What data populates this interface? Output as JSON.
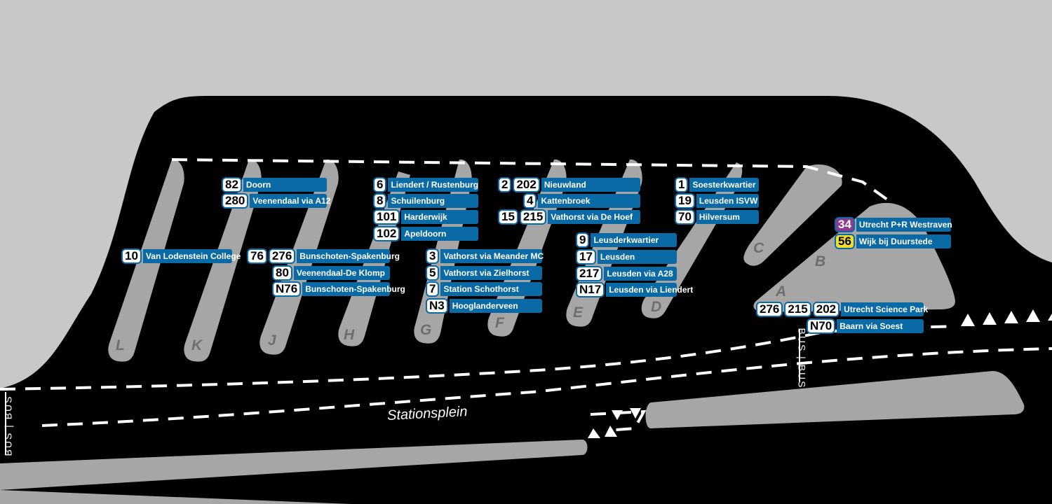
{
  "colors": {
    "background": "#c8c8c8",
    "road": "#000000",
    "platform": "#a6a6a6",
    "route_label": "#0a6aa6",
    "line_34": "#8e3a8e",
    "line_56": "#f2de2a"
  },
  "street_name": "Stationsplein",
  "bus_lane_label": "BUS | BUS",
  "bays": [
    "A",
    "B",
    "C",
    "D",
    "E",
    "F",
    "G",
    "H",
    "J",
    "K",
    "L"
  ],
  "routes": [
    {
      "lines": [
        "82"
      ],
      "destination": "Doorn"
    },
    {
      "lines": [
        "280"
      ],
      "destination": "Veenendaal via A12"
    },
    {
      "lines": [
        "10"
      ],
      "destination": "Van Lodenstein College"
    },
    {
      "lines": [
        "76",
        "276"
      ],
      "destination": "Bunschoten-Spakenburg"
    },
    {
      "lines": [
        "80"
      ],
      "destination": "Veenendaal-De Klomp"
    },
    {
      "lines": [
        "N76"
      ],
      "destination": "Bunschoten-Spakenburg"
    },
    {
      "lines": [
        "6"
      ],
      "destination": "Liendert / Rustenburg"
    },
    {
      "lines": [
        "8"
      ],
      "destination": "Schuilenburg"
    },
    {
      "lines": [
        "101"
      ],
      "destination": "Harderwijk"
    },
    {
      "lines": [
        "102"
      ],
      "destination": "Apeldoorn"
    },
    {
      "lines": [
        "3"
      ],
      "destination": "Vathorst via Meander MC"
    },
    {
      "lines": [
        "5"
      ],
      "destination": "Vathorst via Zielhorst"
    },
    {
      "lines": [
        "7"
      ],
      "destination": "Station Schothorst"
    },
    {
      "lines": [
        "N3"
      ],
      "destination": "Hooglanderveen"
    },
    {
      "lines": [
        "2",
        "202"
      ],
      "destination": "Nieuwland"
    },
    {
      "lines": [
        "4"
      ],
      "destination": "Kattenbroek"
    },
    {
      "lines": [
        "15",
        "215"
      ],
      "destination": "Vathorst via De Hoef"
    },
    {
      "lines": [
        "9"
      ],
      "destination": "Leusderkwartier"
    },
    {
      "lines": [
        "17"
      ],
      "destination": "Leusden"
    },
    {
      "lines": [
        "217"
      ],
      "destination": "Leusden via A28"
    },
    {
      "lines": [
        "N17"
      ],
      "destination": "Leusden via Liendert"
    },
    {
      "lines": [
        "1"
      ],
      "destination": "Soesterkwartier"
    },
    {
      "lines": [
        "19"
      ],
      "destination": "Leusden ISVW"
    },
    {
      "lines": [
        "70"
      ],
      "destination": "Hilversum"
    },
    {
      "lines": [
        "34"
      ],
      "destination": "Utrecht P+R Westraven",
      "badge_color": "purple"
    },
    {
      "lines": [
        "56"
      ],
      "destination": "Wijk bij Duurstede",
      "badge_color": "yellow"
    },
    {
      "lines": [
        "276",
        "215",
        "202"
      ],
      "destination": "Utrecht Science Park"
    },
    {
      "lines": [
        "N70"
      ],
      "destination": "Baarn via Soest"
    }
  ]
}
